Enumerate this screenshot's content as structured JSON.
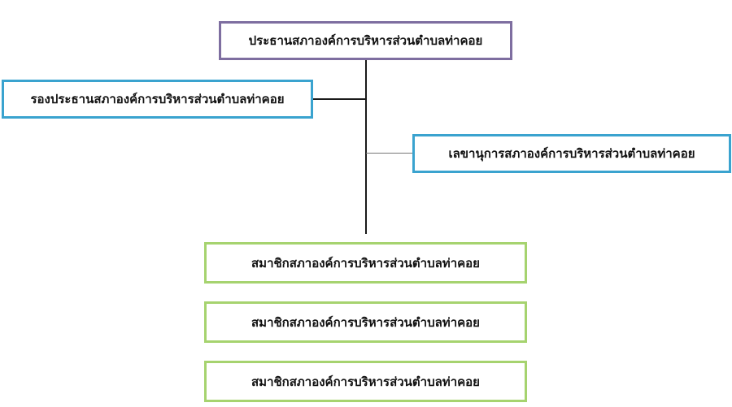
{
  "org_chart": {
    "chair": "ประธานสภาองค์การบริหารส่วนตำบลท่าคอย",
    "vice_chair": "รองประธานสภาองค์การบริหารส่วนตำบลท่าคอย",
    "secretary": "เลขานุการสภาองค์การบริหารส่วนตำบลท่าคอย",
    "members": [
      "สมาชิกสภาองค์การบริหารส่วนตำบลท่าคอย",
      "สมาชิกสภาองค์การบริหารส่วนตำบลท่าคอย",
      "สมาชิกสภาองค์การบริหารส่วนตำบลท่าคอย"
    ]
  },
  "colors": {
    "chair_border": "#7e6ea0",
    "officer_border": "#3aa3cf",
    "member_border": "#a6d36f"
  }
}
